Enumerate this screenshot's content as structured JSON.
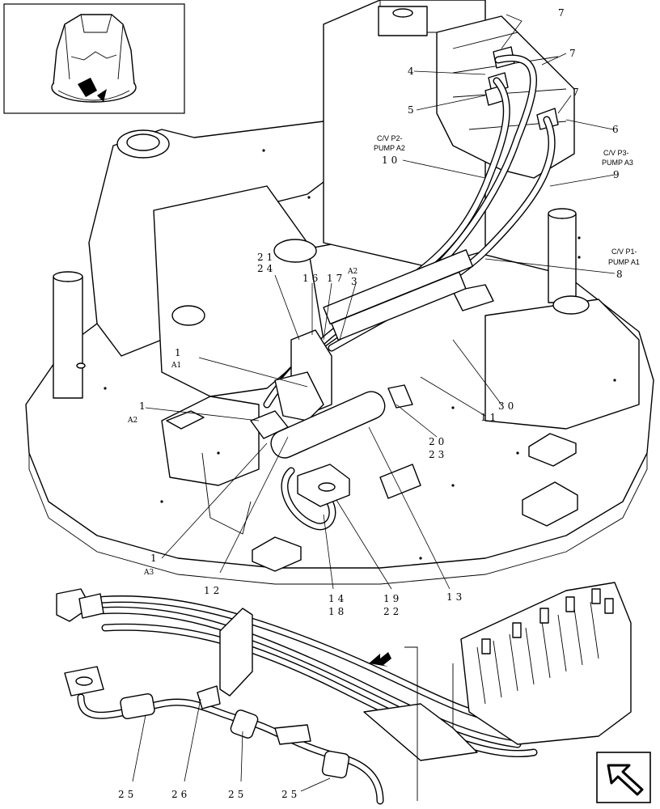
{
  "callouts": {
    "c7a": "7",
    "c7b": "7",
    "c7c": "7",
    "c4": "4",
    "c5": "5",
    "c6": "6",
    "cv_p2_line1": "C/V P2-",
    "cv_p2_line2": "PUMP A2",
    "c10": "10",
    "cv_p3_line1": "C/V P3-",
    "cv_p3_line2": "PUMP A3",
    "c9": "9",
    "cv_p1_line1": "C/V P1-",
    "cv_p1_line2": "PUMP A1",
    "c8": "8",
    "c21": "21",
    "c24": "24",
    "a2_top": "A2",
    "c16": "16",
    "c17": "17",
    "c3": "3",
    "c1_a1": "1",
    "a1": "A1",
    "c1_a2": "1",
    "a2": "A2",
    "c30": "30",
    "c11": "11",
    "c20": "20",
    "c23": "23",
    "c1_a3": "1",
    "a3": "A3",
    "c12": "12",
    "c14": "14",
    "c18": "18",
    "c19": "19",
    "c22": "22",
    "c13": "13",
    "c25a": "25",
    "c26": "26",
    "c25b": "25",
    "c25c": "25"
  },
  "icons": {
    "inset": "excavator-overview-thumbnail",
    "nav": "next-page-arrow-icon",
    "view": "view-direction-arrow-icon"
  },
  "colors": {
    "line": "#000000",
    "background": "#ffffff"
  }
}
